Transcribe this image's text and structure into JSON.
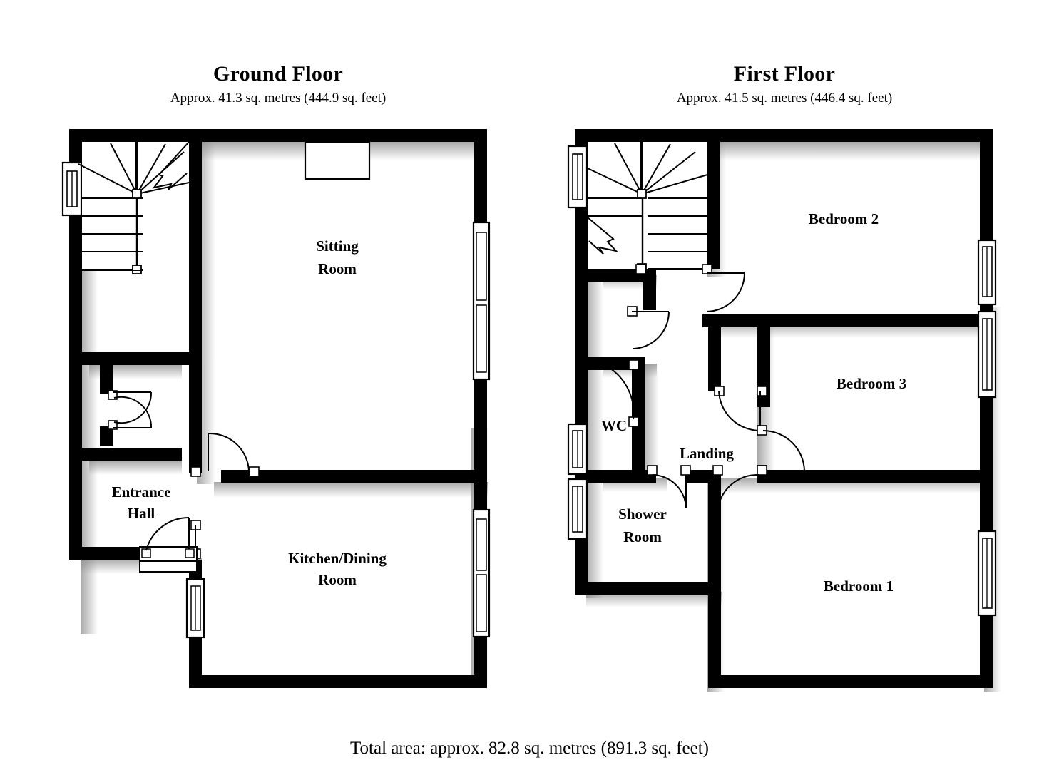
{
  "document": {
    "type": "floor-plan",
    "total_area_text": "Total area: approx.  82.8 sq. metres (891.3 sq. feet)"
  },
  "ground_floor": {
    "title": "Ground Floor",
    "area_text": "Approx.  41.3 sq. metres (444.9 sq. feet)",
    "rooms": [
      {
        "name": "sitting-room",
        "label_line1": "Sitting",
        "label_line2": "Room"
      },
      {
        "name": "kitchen-dining-room",
        "label_line1": "Kitchen/Dining",
        "label_line2": "Room"
      },
      {
        "name": "entrance-hall",
        "label_line1": "Entrance",
        "label_line2": "Hall"
      }
    ],
    "features": {
      "staircase": "winder-staircase-up",
      "windows": 4,
      "doors": 4,
      "cupboard": "understairs-cupboard-double-doors",
      "chimney_recess": "sitting-room-chimney-breast"
    }
  },
  "first_floor": {
    "title": "First Floor",
    "area_text": "Approx.  41.5 sq. metres (446.4 sq. feet)",
    "rooms": [
      {
        "name": "bedroom-1",
        "label_line1": "Bedroom 1",
        "label_line2": ""
      },
      {
        "name": "bedroom-2",
        "label_line1": "Bedroom 2",
        "label_line2": ""
      },
      {
        "name": "bedroom-3",
        "label_line1": "Bedroom 3",
        "label_line2": ""
      },
      {
        "name": "landing",
        "label_line1": "Landing",
        "label_line2": ""
      },
      {
        "name": "wc",
        "label_line1": "WC",
        "label_line2": ""
      },
      {
        "name": "shower-room",
        "label_line1": "Shower",
        "label_line2": "Room"
      }
    ],
    "features": {
      "staircase": "winder-staircase-down",
      "windows": 6,
      "doors": 5
    }
  },
  "colors": {
    "wall": "#000000",
    "background": "#ffffff",
    "shadow": "#bbbbbb",
    "window_frame": "#000000",
    "text": "#000000"
  }
}
